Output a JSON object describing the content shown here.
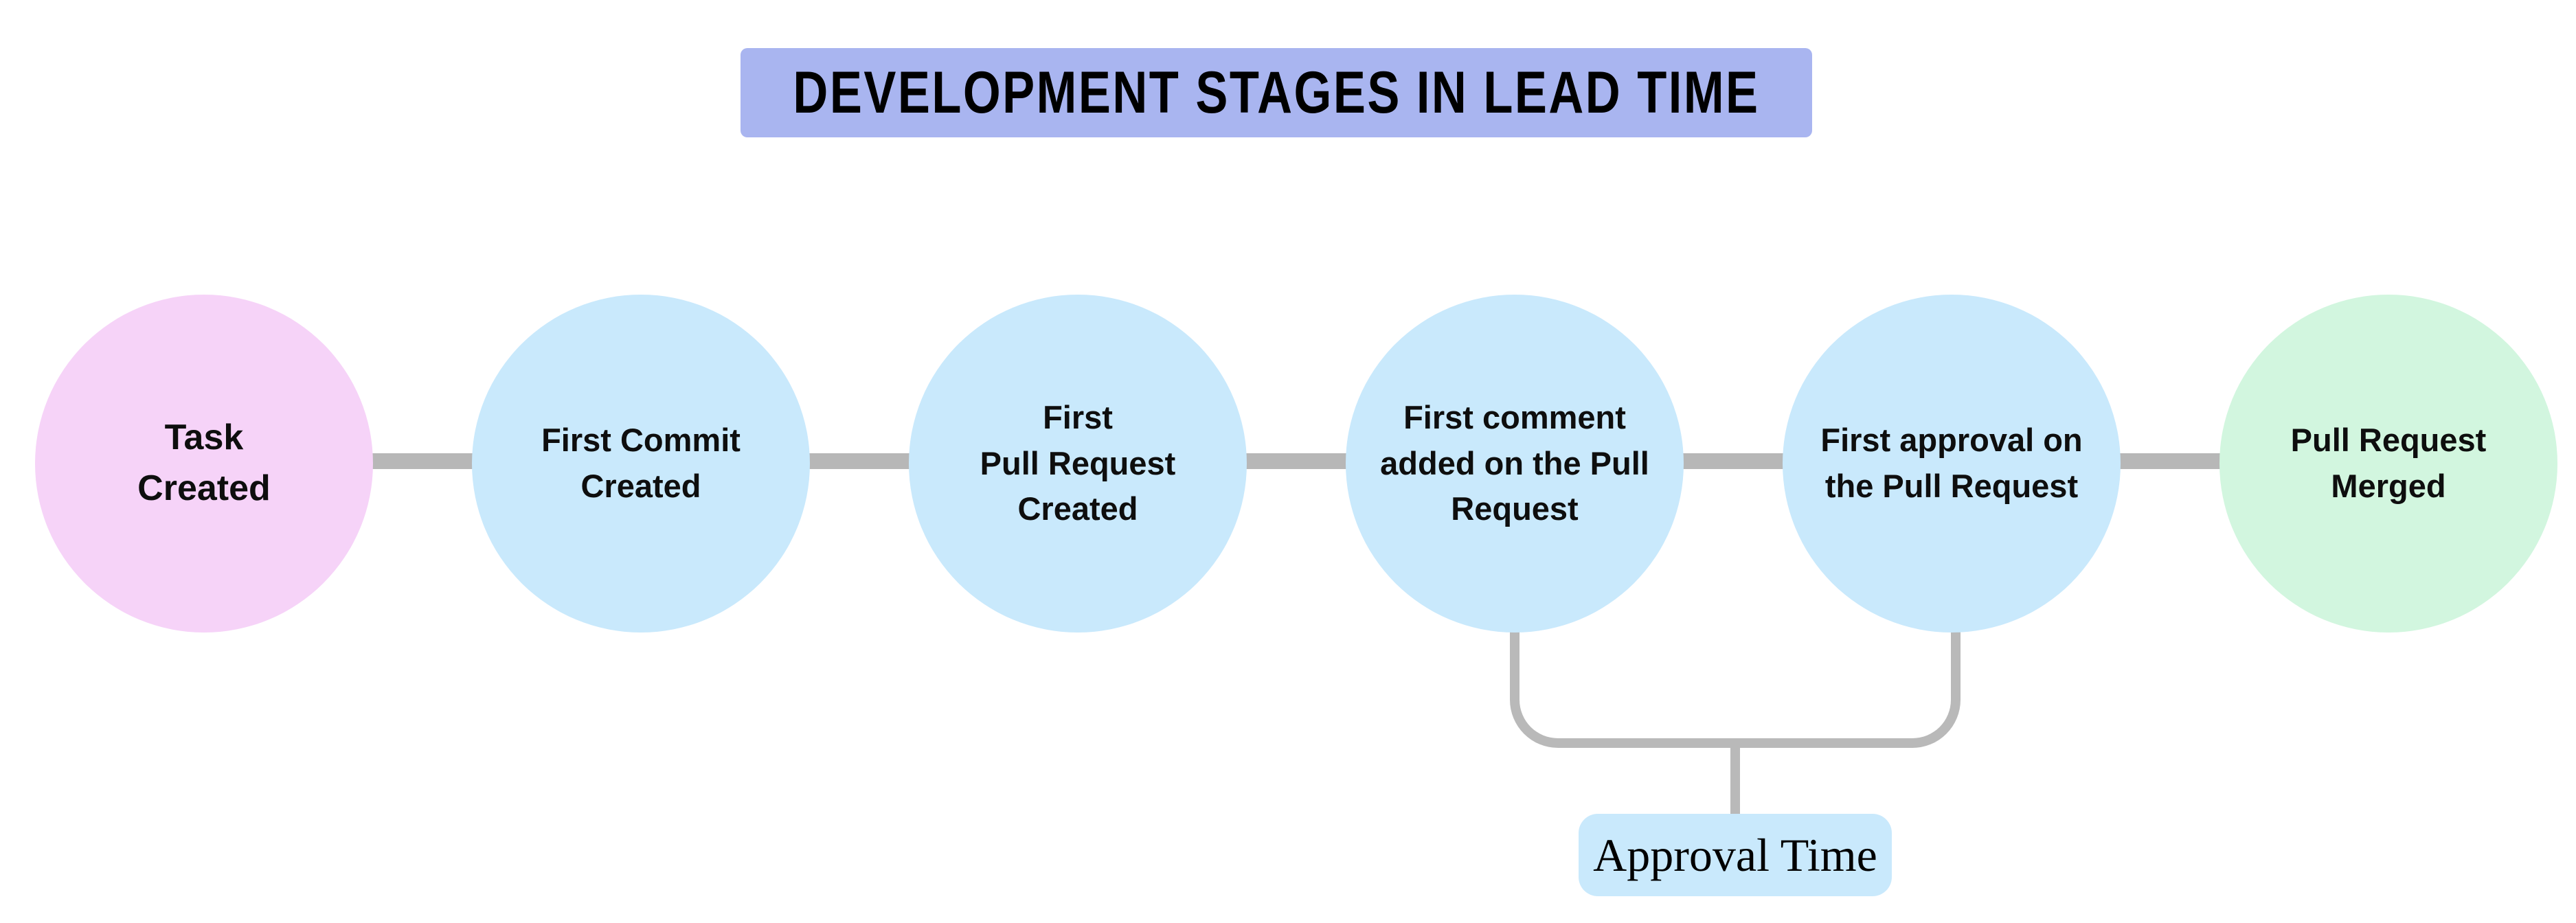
{
  "background_color": "#ffffff",
  "title": {
    "text": "DEVELOPMENT STAGES IN LEAD TIME",
    "bg_color": "#a9b5f0",
    "text_color": "#000000"
  },
  "stages": [
    {
      "id": "task-created",
      "label": "Task\nCreated",
      "fill_color": "#f6d3f8",
      "role": "start"
    },
    {
      "id": "first-commit-created",
      "label": "First Commit\nCreated",
      "fill_color": "#c9e9fc",
      "role": "middle"
    },
    {
      "id": "first-pull-request-created",
      "label": "First\nPull Request\nCreated",
      "fill_color": "#c9e9fc",
      "role": "middle"
    },
    {
      "id": "first-comment-added",
      "label": "First comment\nadded on the Pull\nRequest",
      "fill_color": "#c9e9fc",
      "role": "middle"
    },
    {
      "id": "first-approval",
      "label": "First approval on\nthe Pull Request",
      "fill_color": "#c9e9fc",
      "role": "middle"
    },
    {
      "id": "pull-request-merged",
      "label": "Pull Request\nMerged",
      "fill_color": "#d2f6df",
      "role": "end"
    }
  ],
  "connectors": {
    "color": "#b7b7b7"
  },
  "annotation": {
    "label": "Approval Time",
    "box_color": "#c9e9fc",
    "text_color": "#000000",
    "bracket_color": "#b9b9b9",
    "spans_from": "First comment added on the Pull Request",
    "spans_to": "First approval on the Pull Request"
  }
}
